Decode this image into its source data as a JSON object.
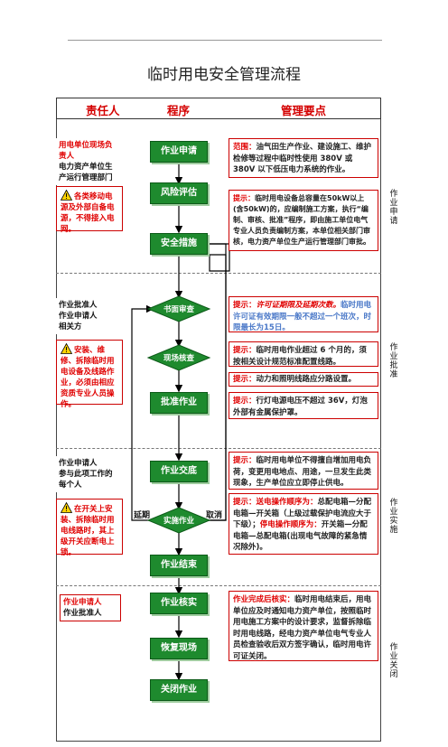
{
  "title": "临时用电安全管理流程",
  "header": {
    "responsible": "责任人",
    "procedure": "程序",
    "key_points": "管理要点"
  },
  "phases": [
    {
      "label": "作业申请"
    },
    {
      "label": "作业批准"
    },
    {
      "label": "作业实施"
    },
    {
      "label": "作业关闭"
    }
  ],
  "steps": {
    "apply": "作业申请",
    "risk": "风险评估",
    "safety": "安全措施",
    "review": "书面审查",
    "site": "现场核查",
    "approve": "批准作业",
    "handover": "作业交底",
    "implement": "实施作业",
    "finish": "作业结束",
    "verify": "作业核实",
    "restore": "恢复现场",
    "close": "关闭作业"
  },
  "branch_labels": {
    "extend": "延期",
    "cancel": "取消"
  },
  "responsible": {
    "r1": {
      "line1": "用电单位现场负责人",
      "line2": "电力资产单位生产运行管理部门"
    },
    "r2": {
      "line1": "作业批准人",
      "line2": "作业申请人",
      "line3": "相关方"
    },
    "r3": {
      "line1": "作业申请人",
      "line2": "参与此项工作的每个人"
    },
    "r4": {
      "line1": "作业申请人",
      "line2": "作业批准人"
    }
  },
  "warnings": {
    "w1": "各类移动电源及外部自备电源，不得接入电网。",
    "w2": "安装、维修、拆除临时用电设备及线路作业，必须由相应资质专业人员操作。",
    "w3": "在开关上安装、拆除临时用电线路时，其上级开关应断电上锁。"
  },
  "notes": {
    "n1": {
      "key": "范围：",
      "text": "油气田生产作业、建设施工、维护检修等过程中临时性使用 380V 或380V 以下低压电力系统的作业。"
    },
    "n2": {
      "key": "提示：",
      "text": "临时用电设备总容量在50kW以上(含50kW)的，应编制施工方案，执行“编制、审核、批准”程序，即由施工单位电气专业人员负责编制方案，本单位相关部门审核，电力资产单位生产运行管理部门审批。"
    },
    "n3": {
      "key": "提示：",
      "key2": "许可证期限及延期次数。",
      "text": "临时用电许可证有效期限一般不超过一个班次，时限最长为15日。"
    },
    "n4": {
      "key": "提示：",
      "text": "临时用电作业超过 6 个月的，须按相关设计规范标准配置线路。"
    },
    "n5": {
      "key": "提示：",
      "text": "动力和照明线路应分路设置。"
    },
    "n6": {
      "key": "提示：",
      "text": "行灯电源电压不超过 36V，灯泡外部有金属保护罩。"
    },
    "n7": {
      "key": "提示：",
      "text": "临时用电单位不得擅自增加用电负荷，变更用电地点、用途，一旦发生此类现象，生产单位应立即停止供电。"
    },
    "n8": {
      "key": "提示：送电操作顺序为：",
      "text1": "总配电箱—分配电箱—开关箱（上级过载保护电流应大于下级）；",
      "key2": "停电操作顺序为：",
      "text2": "开关箱—分配电箱—总配电箱(出现电气故障的紧急情况除外)。"
    },
    "n9": {
      "key": "作业完成后核实：",
      "text": "临时用电结束后，用电单位应及时通知电力资产单位，按照临时用电施工方案中的设计要求，监督拆除临时用电线路，经电力资产单位电气专业人员检查验收后双方签字确认，临时用电许可证关闭。"
    }
  }
}
